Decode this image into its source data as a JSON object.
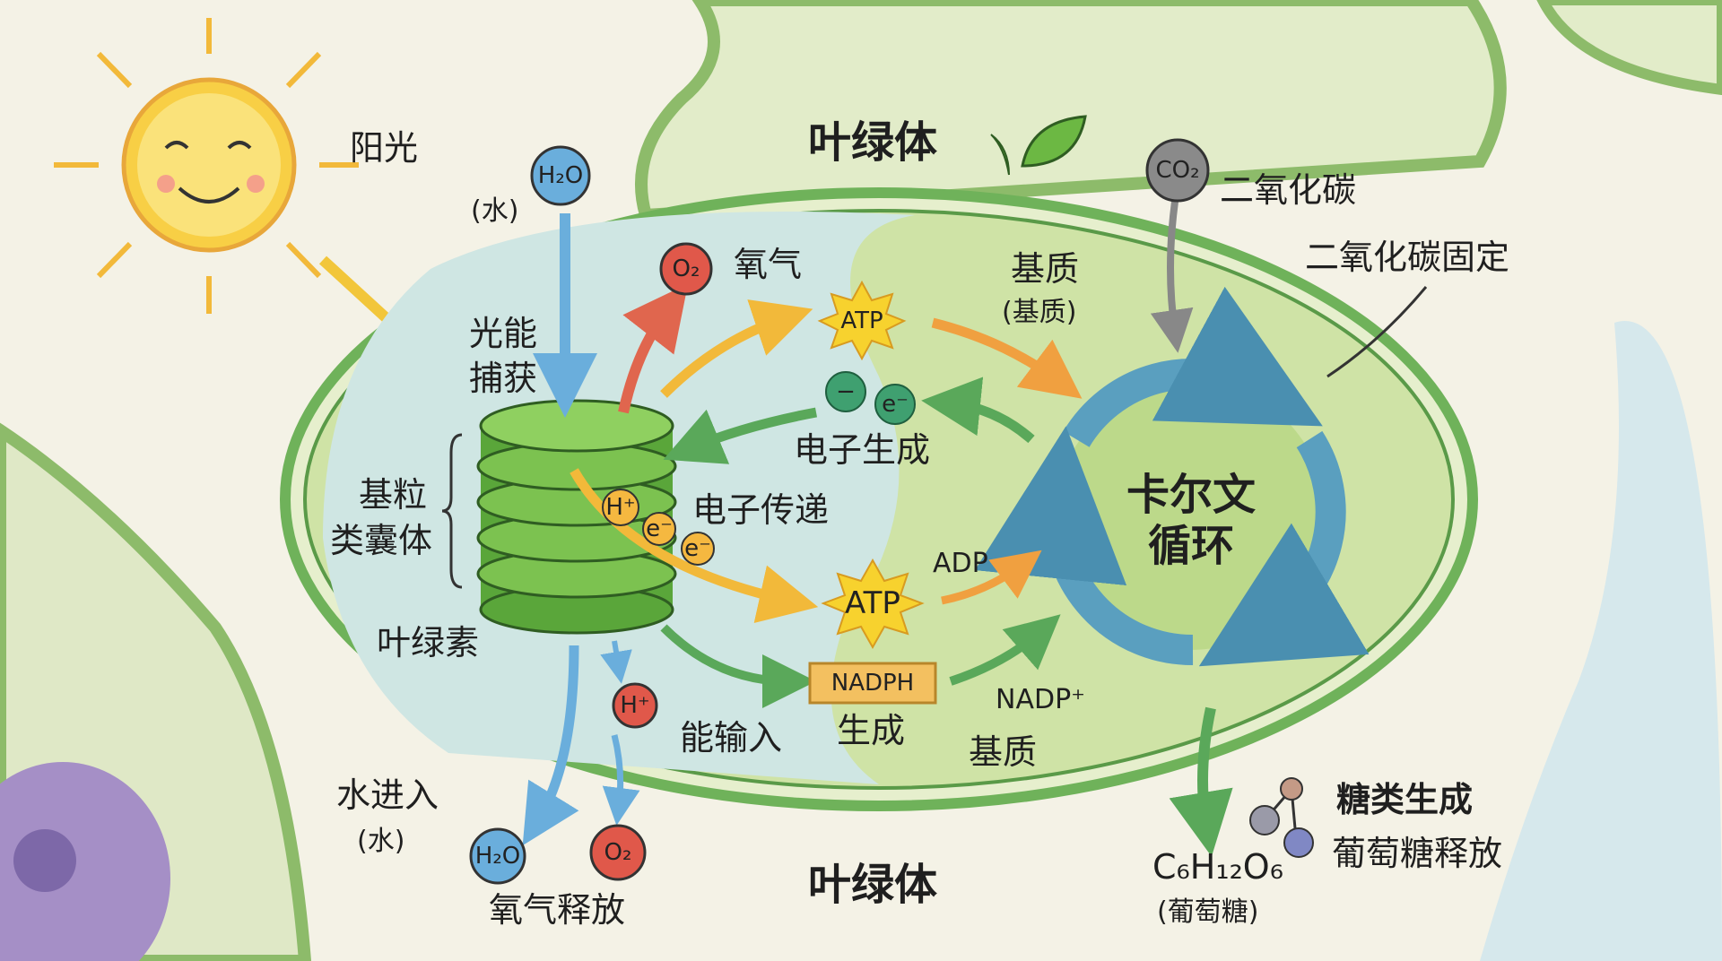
{
  "title_top": "叶绿体",
  "title_bottom": "叶绿体",
  "sunlight": "阳光",
  "water_in_molecule": "H₂O",
  "water_in_label": "(水)",
  "co2_molecule": "CO₂",
  "co2_label": "二氧化碳",
  "co2_fixation": "二氧化碳固定",
  "oxygen_molecule": "O₂",
  "oxygen_label": "氧气",
  "light_capture": [
    "光能",
    "捕获"
  ],
  "atp_top": "ATP",
  "stroma_top": "基质",
  "stroma_top_paren": "(基质)",
  "electron_symbols": [
    "−",
    "e⁻"
  ],
  "electron_generation": "电子生成",
  "granum_labels": [
    "基粒",
    "类囊体"
  ],
  "transport_particles": [
    "H⁺",
    "e⁻",
    "e⁻"
  ],
  "electron_transport": "电子传递",
  "atp_bottom": "ATP",
  "adp": "ADP",
  "nadph": "NADPH",
  "nadph_gen": "生成",
  "nadp_plus": "NADP⁺",
  "stroma_bottom": "基质",
  "chlorophyll": "叶绿素",
  "proton": "H⁺",
  "energy_input": "能输入",
  "calvin_cycle": [
    "卡尔文",
    "循环"
  ],
  "water_entry": "水进入",
  "water_entry_paren": "(水)",
  "water_out_molecule": "H₂O",
  "oxygen_out_molecule": "O₂",
  "oxygen_release": "氧气释放",
  "glucose_formula": "C₆H₁₂O₆",
  "glucose_paren": "(葡萄糖)",
  "sugar_formation": "糖类生成",
  "glucose_release": "葡萄糖释放",
  "colors": {
    "stroma": "#cfe3a6",
    "lumen": "#cfe6e3",
    "membrane": "#6fb25a",
    "granum": "#6cb843",
    "calvin": "#5a9fbf",
    "atp": "#f7d22e",
    "o2": "#e0584a",
    "h2o": "#6aaedc"
  }
}
